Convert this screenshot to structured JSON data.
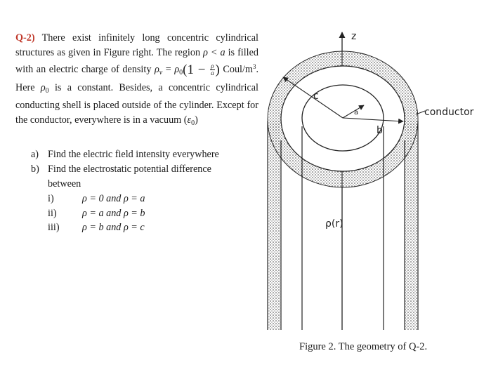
{
  "question": {
    "label": "Q-2)",
    "line1": "There exist infinitely long concentric cylindrical structures as given in Figure right. The region ",
    "rho_lt_a": "ρ < a",
    "line2": " is filled with an electric charge of density ",
    "rho_v": "ρ",
    "rho_v_sub": "v",
    "equals": " = ",
    "rho_0": "ρ",
    "rho_0_sub": "0",
    "paren_open": "(1 − ",
    "frac_num": "ρ",
    "frac_den": "a",
    "paren_close": ")",
    "units": " Coul/m",
    "units_sup": "3",
    "line3": ". Here ",
    "rho0b": "ρ",
    "rho0b_sub": "0",
    "line4": " is a constant. Besides, a concentric cylindrical conducting shell is placed outside of the cylinder. Except for the conductor, everywhere is in a vacuum (",
    "eps": "ε",
    "eps_sub": "0",
    "line5": ")"
  },
  "subquestions": {
    "a_marker": "a)",
    "a_text": "Find the electric field intensity everywhere",
    "b_marker": "b)",
    "b_text": "Find the electrostatic potential difference",
    "between": "between",
    "items": [
      {
        "roman": "i)",
        "text": "ρ = 0 and ρ = a"
      },
      {
        "roman": "ii)",
        "text": "ρ = a and ρ = b"
      },
      {
        "roman": "iii)",
        "text": "ρ = b and ρ = c"
      }
    ]
  },
  "figure": {
    "axis_label": "z",
    "label_c": "c",
    "label_a": "a",
    "label_b": "b",
    "label_conductor": "conductor",
    "label_density": "ρ(r)",
    "caption": "Figure 2. The geometry of Q-2."
  }
}
